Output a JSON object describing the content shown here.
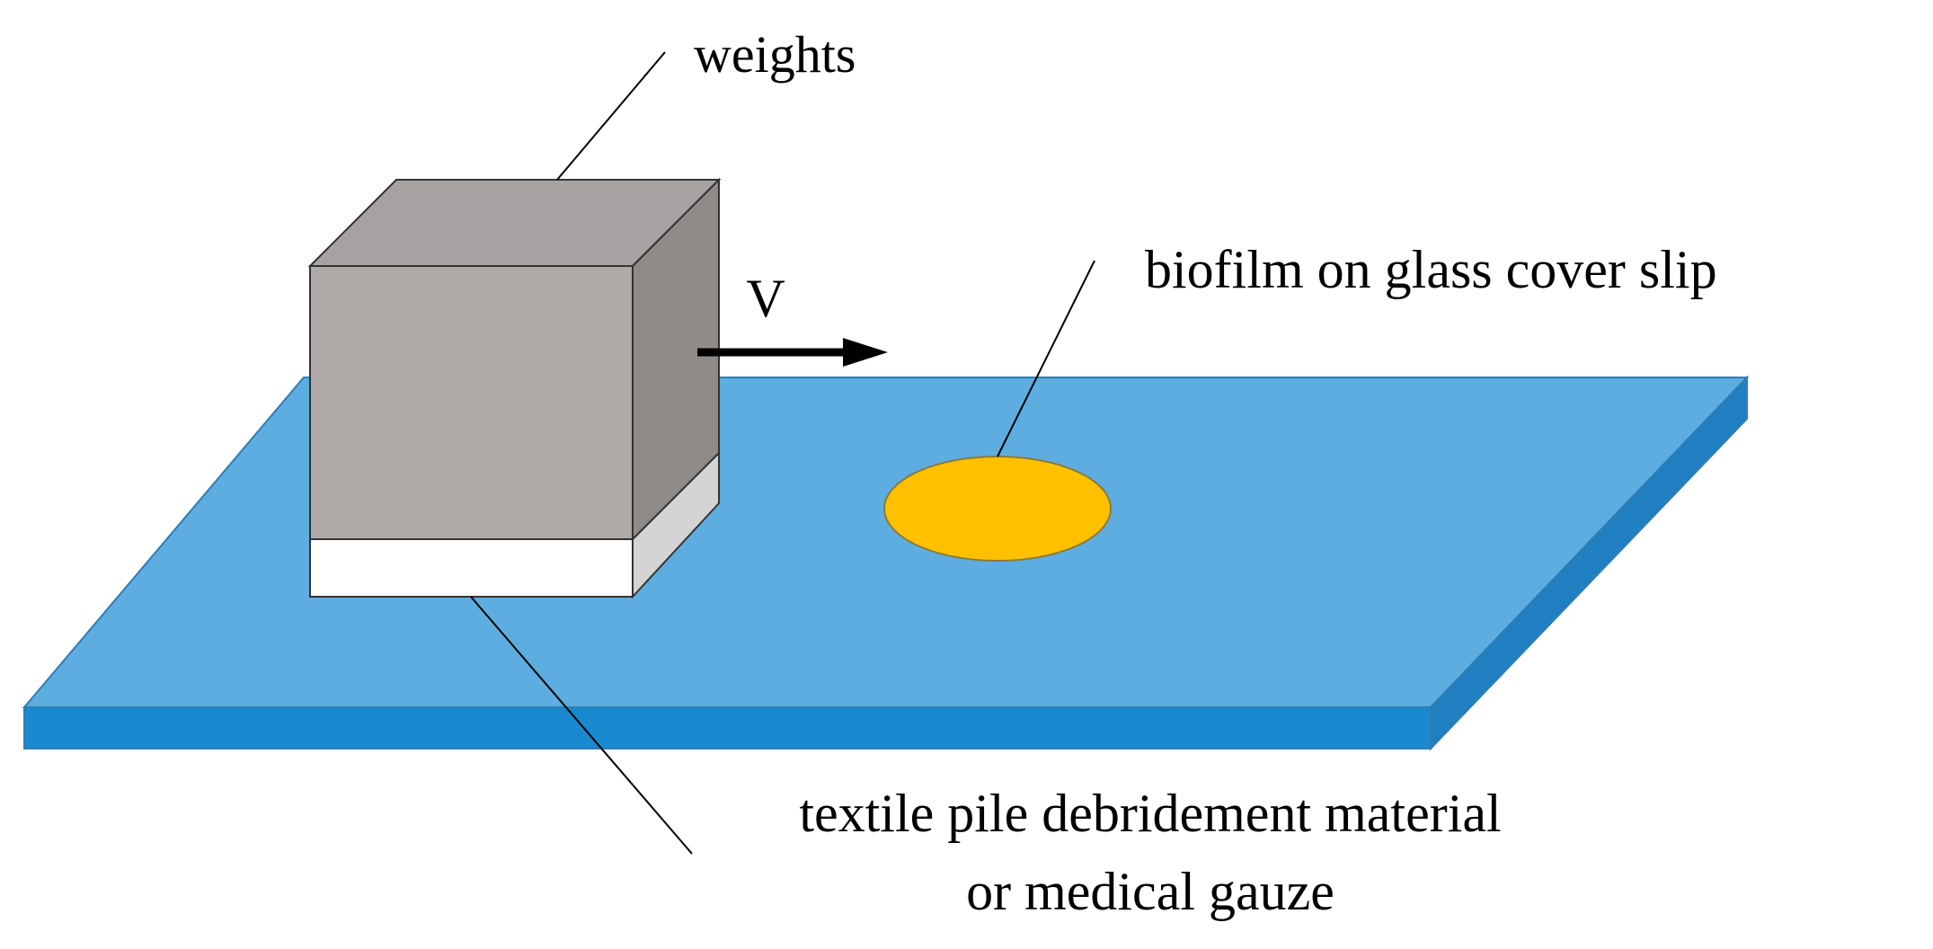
{
  "labels": {
    "weights": "weights",
    "velocity": "V",
    "biofilm": "biofilm on glass cover slip",
    "material_line1": "textile pile debridement material",
    "material_line2": "or medical gauze"
  },
  "colors": {
    "plate_top": "#5dade0",
    "plate_front": "#1a8ad0",
    "plate_side": "#1f7fc0",
    "plate_edge": "#2f7db5",
    "cube_front": "#afaaa8",
    "cube_top": "#a8a3a2",
    "cube_side": "#8f8b89",
    "pad_front": "#ffffff",
    "pad_side": "#d4d4d4",
    "biofilm": "#ffc000",
    "biofilm_stroke": "#8a7a3a",
    "line": "#000000"
  },
  "icons": {
    "arrow": "right-arrow-icon"
  }
}
